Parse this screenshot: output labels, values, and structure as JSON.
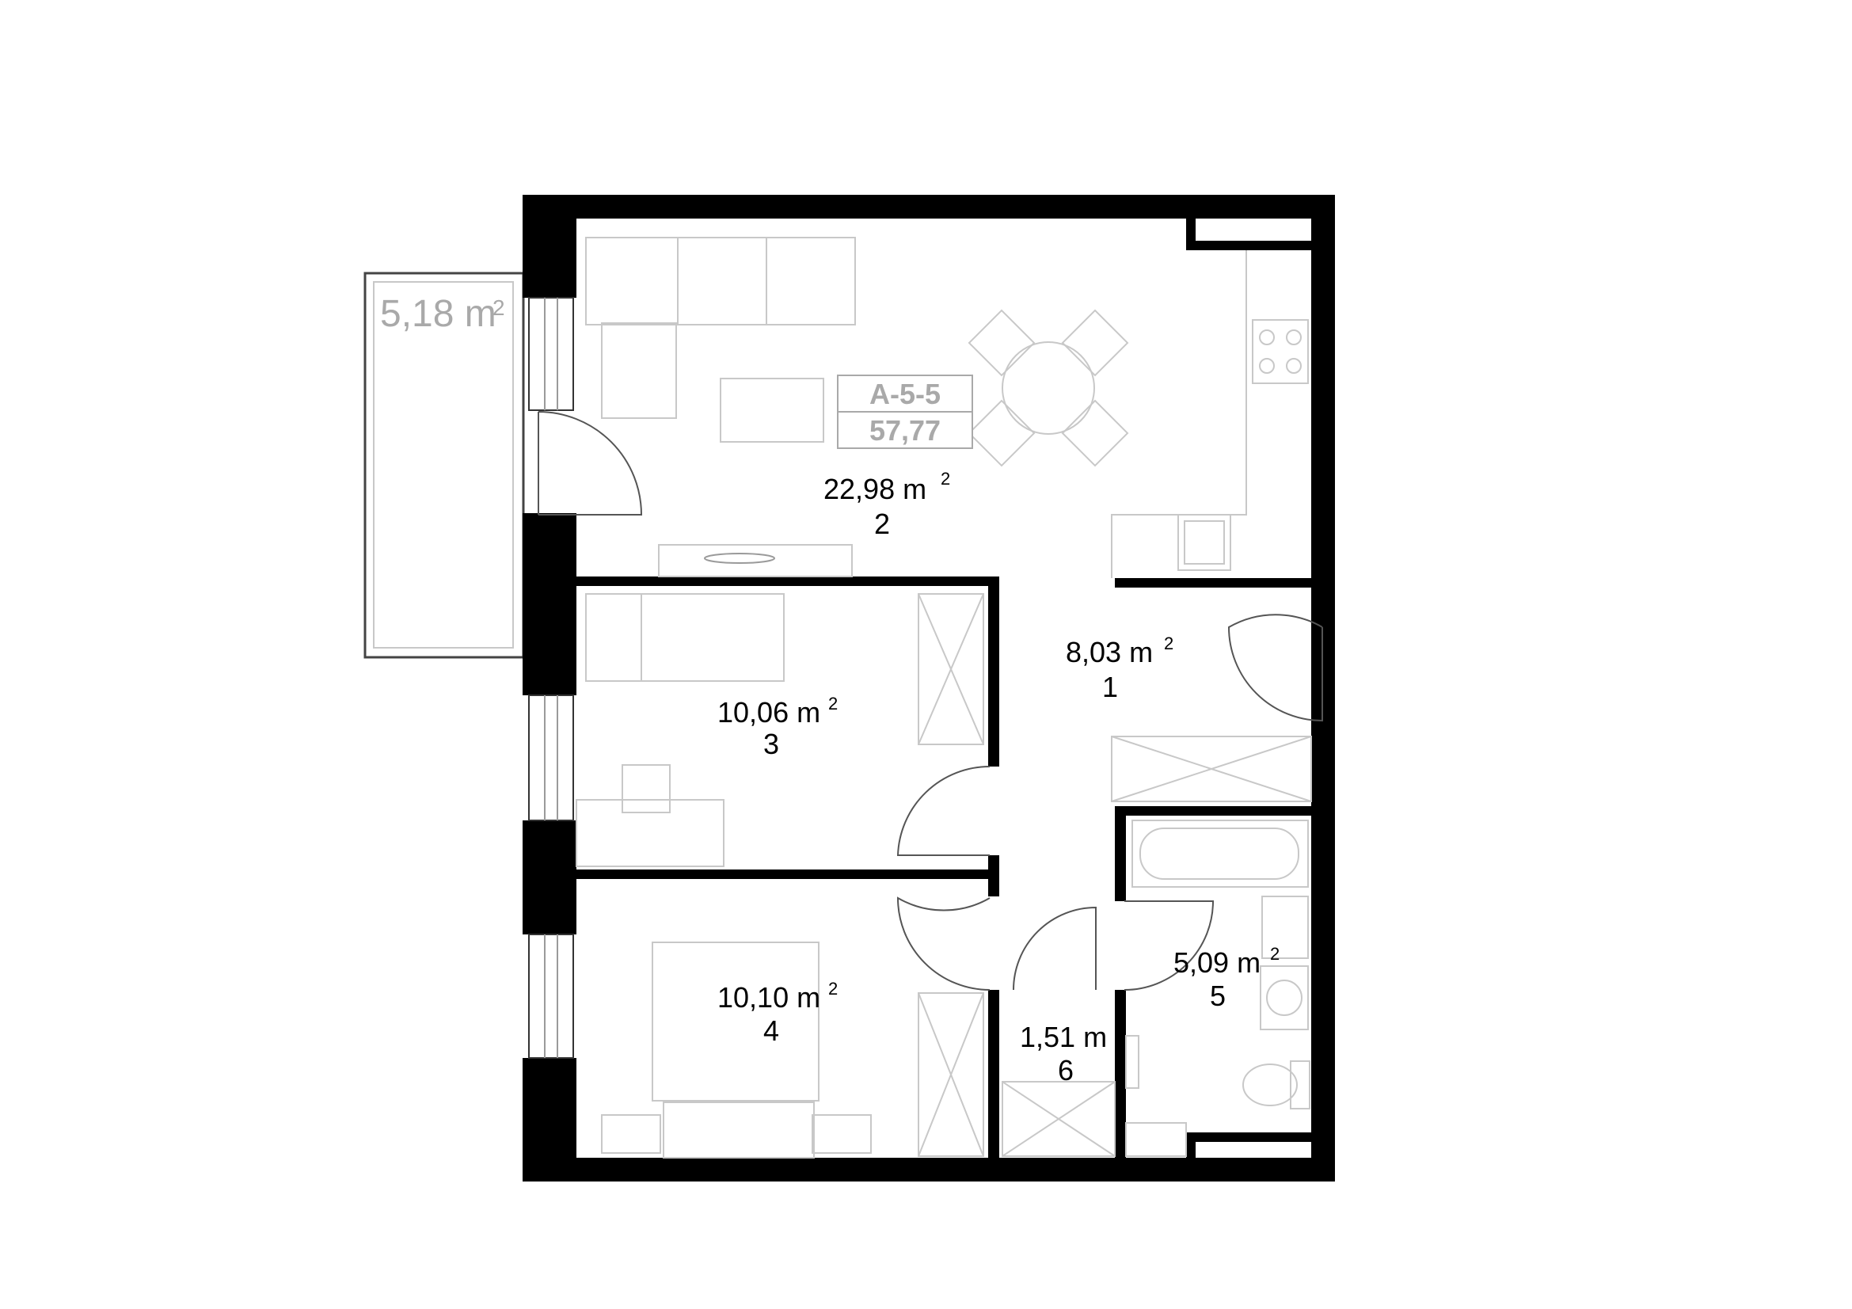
{
  "apartment": {
    "code": "A-5-5",
    "total_area": "57,77"
  },
  "balcony": {
    "area": "5,18 m",
    "sup": "2"
  },
  "rooms": [
    {
      "id": "room-2",
      "area": "22,98  m",
      "sup": "2",
      "number": "2"
    },
    {
      "id": "room-1",
      "area": "8,03  m",
      "sup": "2",
      "number": "1"
    },
    {
      "id": "room-3",
      "area": "10,06  m",
      "sup": "2",
      "number": "3"
    },
    {
      "id": "room-4",
      "area": "10,10  m",
      "sup": "2",
      "number": "4"
    },
    {
      "id": "room-5",
      "area": "5,09  m",
      "sup": "2",
      "number": "5"
    },
    {
      "id": "room-6",
      "area": "1,51  m",
      "sup": "",
      "number": "6"
    }
  ],
  "colors": {
    "wall": "#000000",
    "furniture": "#c8c8c8",
    "label": "#a9a9a9"
  }
}
